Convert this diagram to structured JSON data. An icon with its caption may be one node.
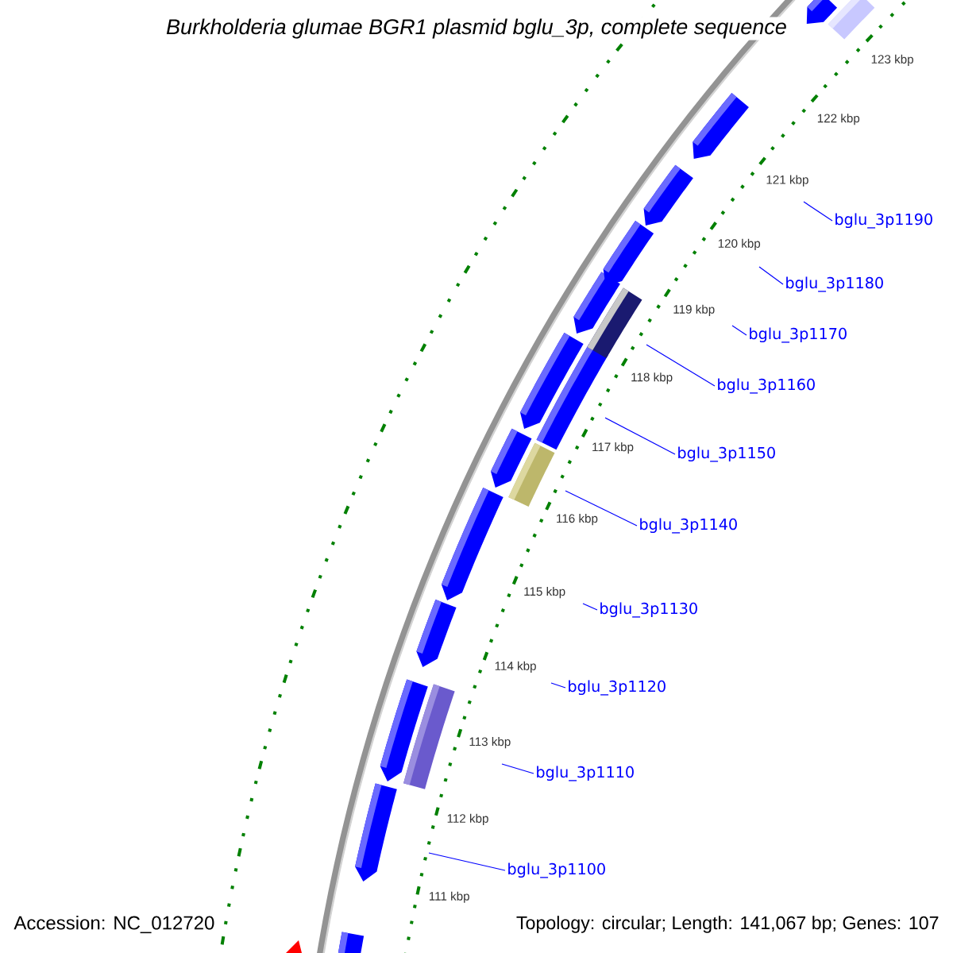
{
  "diagram": {
    "title": "Burkholderia glumae BGR1 plasmid bglu_3p, complete sequence",
    "nodes": [
      {
        "text": [
          "bglu_3p1190"
        ]
      },
      {
        "text": [
          "bglu_3p1180"
        ]
      },
      {
        "text": [
          "bglu_3p1170"
        ]
      },
      {
        "text": [
          "bglu_3p1160"
        ]
      },
      {
        "text": [
          "bglu_3p1150"
        ]
      },
      {
        "text": [
          "bglu_3p1140"
        ]
      },
      {
        "text": [
          "bglu_3p1130"
        ]
      },
      {
        "text": [
          "bglu_3p1120"
        ]
      },
      {
        "text": [
          "bglu_3p1110"
        ]
      },
      {
        "text": [
          "bglu_3p1100"
        ]
      }
    ],
    "edges": [
      {
        "from": 0,
        "to": null,
        "arrow": "none"
      },
      {
        "from": 1,
        "to": null,
        "arrow": "none"
      },
      {
        "from": 2,
        "to": null,
        "arrow": "none"
      },
      {
        "from": 3,
        "to": null,
        "arrow": "none"
      },
      {
        "from": 4,
        "to": null,
        "arrow": "none"
      },
      {
        "from": 5,
        "to": null,
        "arrow": "none"
      },
      {
        "from": 6,
        "to": null,
        "arrow": "none"
      },
      {
        "from": 7,
        "to": null,
        "arrow": "none"
      },
      {
        "from": 8,
        "to": null,
        "arrow": "none"
      },
      {
        "from": 9,
        "to": null,
        "arrow": "none"
      }
    ],
    "labels": [
      "123 kbp",
      "122 kbp",
      "121 kbp",
      "120 kbp",
      "119 kbp",
      "118 kbp",
      "117 kbp",
      "116 kbp",
      "115 kbp",
      "114 kbp",
      "113 kbp",
      "112 kbp",
      "111 kbp",
      "Accession: NC_012720",
      "Topology: circular; Length: 141,067 bp; Genes: 107"
    ]
  }
}
